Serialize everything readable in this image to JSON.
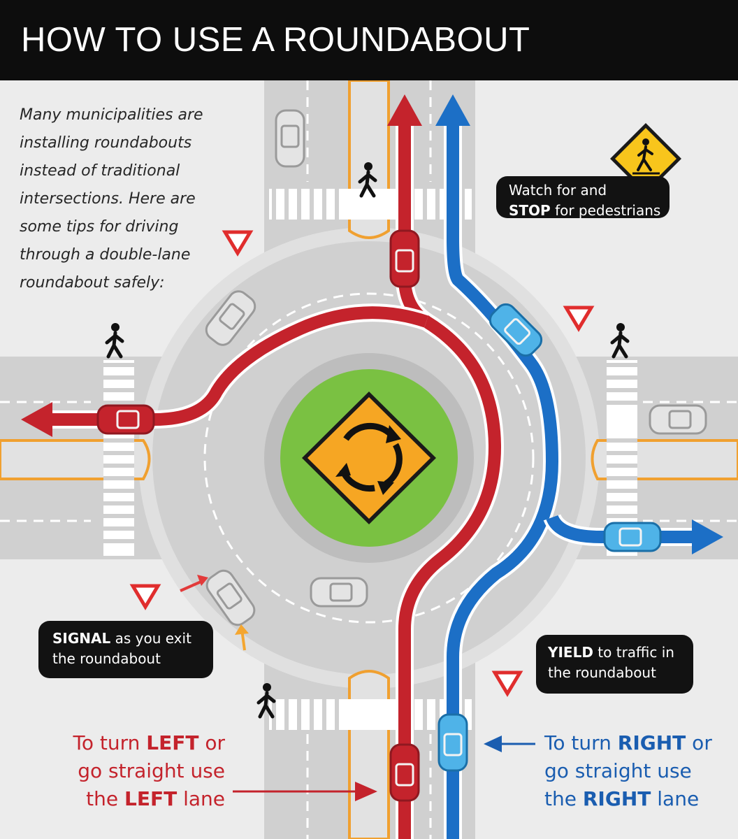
{
  "header": {
    "title": "HOW TO USE A ROUNDABOUT"
  },
  "intro": {
    "lines": [
      "Many municipalities are",
      "installing roundabouts",
      "instead of traditional",
      "intersections. Here are",
      "some tips for driving",
      "through a double-lane",
      "roundabout safely:"
    ]
  },
  "tips": {
    "pedestrians": {
      "line1": "Watch for and",
      "strong": "STOP",
      "rest": " for pedestrians"
    },
    "signal": {
      "strong": "SIGNAL",
      "rest": " as you exit",
      "line2": "the roundabout"
    },
    "yield": {
      "strong": "YIELD",
      "rest": " to traffic in",
      "line2": "the roundabout"
    },
    "left_lane": {
      "line1_pre": "To turn ",
      "line1_strong": "LEFT",
      "line1_post": " or",
      "line2": "go straight use",
      "line3_pre": "the ",
      "line3_strong": "LEFT",
      "line3_post": " lane"
    },
    "right_lane": {
      "line1_pre": "To turn ",
      "line1_strong": "RIGHT",
      "line1_post": " or",
      "line2": "go straight use",
      "line3_pre": "the ",
      "line3_strong": "RIGHT",
      "line3_post": " lane"
    }
  },
  "colors": {
    "red_path": "#c4232c",
    "blue_path": "#1c6fc6",
    "road": "#d0d0d0",
    "island_green": "#7ac142",
    "sign_yellow": "#f6a623",
    "header_bg": "#0d0d0d"
  },
  "icons": {
    "center_sign": "roundabout-sign-icon",
    "pedestrian_sign": "pedestrian-crossing-sign-icon",
    "yield_marker": "yield-triangle-icon",
    "pedestrian": "pedestrian-icon",
    "car": "car-icon"
  }
}
